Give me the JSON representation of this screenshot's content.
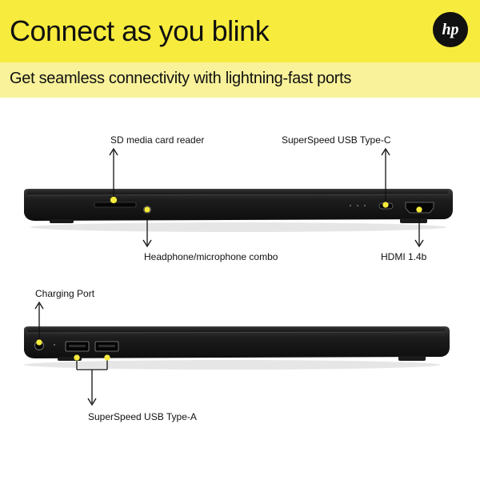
{
  "banner": {
    "headline": "Connect as you blink",
    "subhead": "Get seamless connectivity with lightning-fast ports",
    "brand_icon": "hp-logo-icon",
    "brand_colors": {
      "highlight": "#f7ec3d",
      "highlight_soft": "#f9f29a",
      "ink": "#111111"
    }
  },
  "right_side_ports": [
    {
      "name": "SD media card reader"
    },
    {
      "name": "Headphone/microphone combo"
    },
    {
      "name": "SuperSpeed USB Type-C"
    },
    {
      "name": "HDMI 1.4b"
    }
  ],
  "left_side_ports": [
    {
      "name": "Charging Port"
    },
    {
      "name": "SuperSpeed USB Type-A"
    }
  ]
}
